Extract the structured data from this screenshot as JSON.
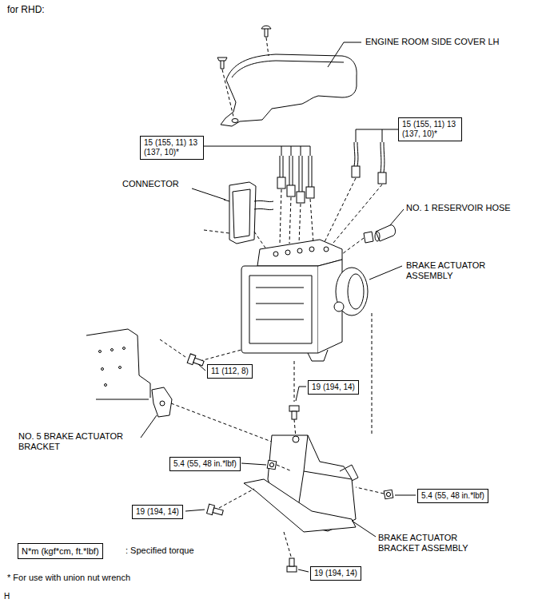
{
  "diagram": {
    "nodes": [
      {
        "text": [
          "15 (155, 11) 13 (137, 10)*"
        ]
      },
      {
        "text": [
          "15 (155, 11) 13 (137, 10)*"
        ]
      },
      {
        "text": [
          "11 (112, 8)"
        ]
      },
      {
        "text": [
          "19 (194, 14)"
        ]
      },
      {
        "text": [
          "5.4 (55, 48 in.*lbf)"
        ]
      },
      {
        "text": [
          "5.4 (55, 48 in.*lbf)"
        ]
      },
      {
        "text": [
          "19 (194, 14)"
        ]
      },
      {
        "text": [
          "19 (194, 14)"
        ]
      },
      {
        "text": [
          "N*m (kgf*cm, ft.*lbf)"
        ]
      }
    ],
    "labels": [
      "for RHD:",
      "ENGINE ROOM SIDE COVER LH",
      "CONNECTOR",
      "NO. 1 RESERVOIR HOSE",
      "BRAKE ACTUATOR ASSEMBLY",
      "NO. 5 BRAKE ACTUATOR BRACKET",
      "BRAKE ACTUATOR BRACKET ASSEMBLY",
      ": Specified torque",
      "* For use with union nut wrench",
      "H"
    ]
  }
}
